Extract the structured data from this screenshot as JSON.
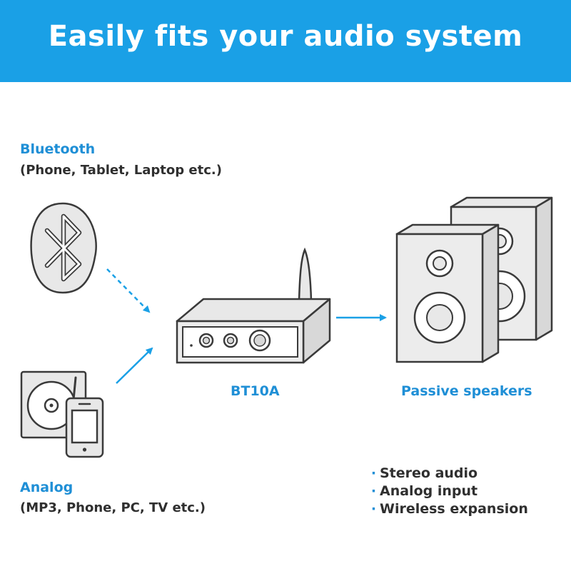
{
  "header": {
    "title": "Easily fits your audio system"
  },
  "sources": {
    "bluetooth": {
      "title": "Bluetooth",
      "subtitle": "(Phone, Tablet, Laptop etc.)",
      "icon": "bluetooth-icon"
    },
    "analog": {
      "title": "Analog",
      "subtitle": "(MP3, Phone, PC, TV etc.)",
      "icon": "turntable-phone-icon"
    }
  },
  "device": {
    "name": "BT10A",
    "icon": "amplifier-icon"
  },
  "output": {
    "name": "Passive speakers",
    "icon": "speakers-icon"
  },
  "features": [
    {
      "bullet": "·",
      "text": "Stereo audio"
    },
    {
      "bullet": "·",
      "text": "Analog input"
    },
    {
      "bullet": "·",
      "text": "Wireless expansion"
    }
  ],
  "colors": {
    "accent": "#1aa0e6",
    "label_blue": "#1f8fd6",
    "text_dark": "#2f2f2f",
    "icon_fill": "#e8e8e8",
    "line": "#3a3a3a"
  }
}
